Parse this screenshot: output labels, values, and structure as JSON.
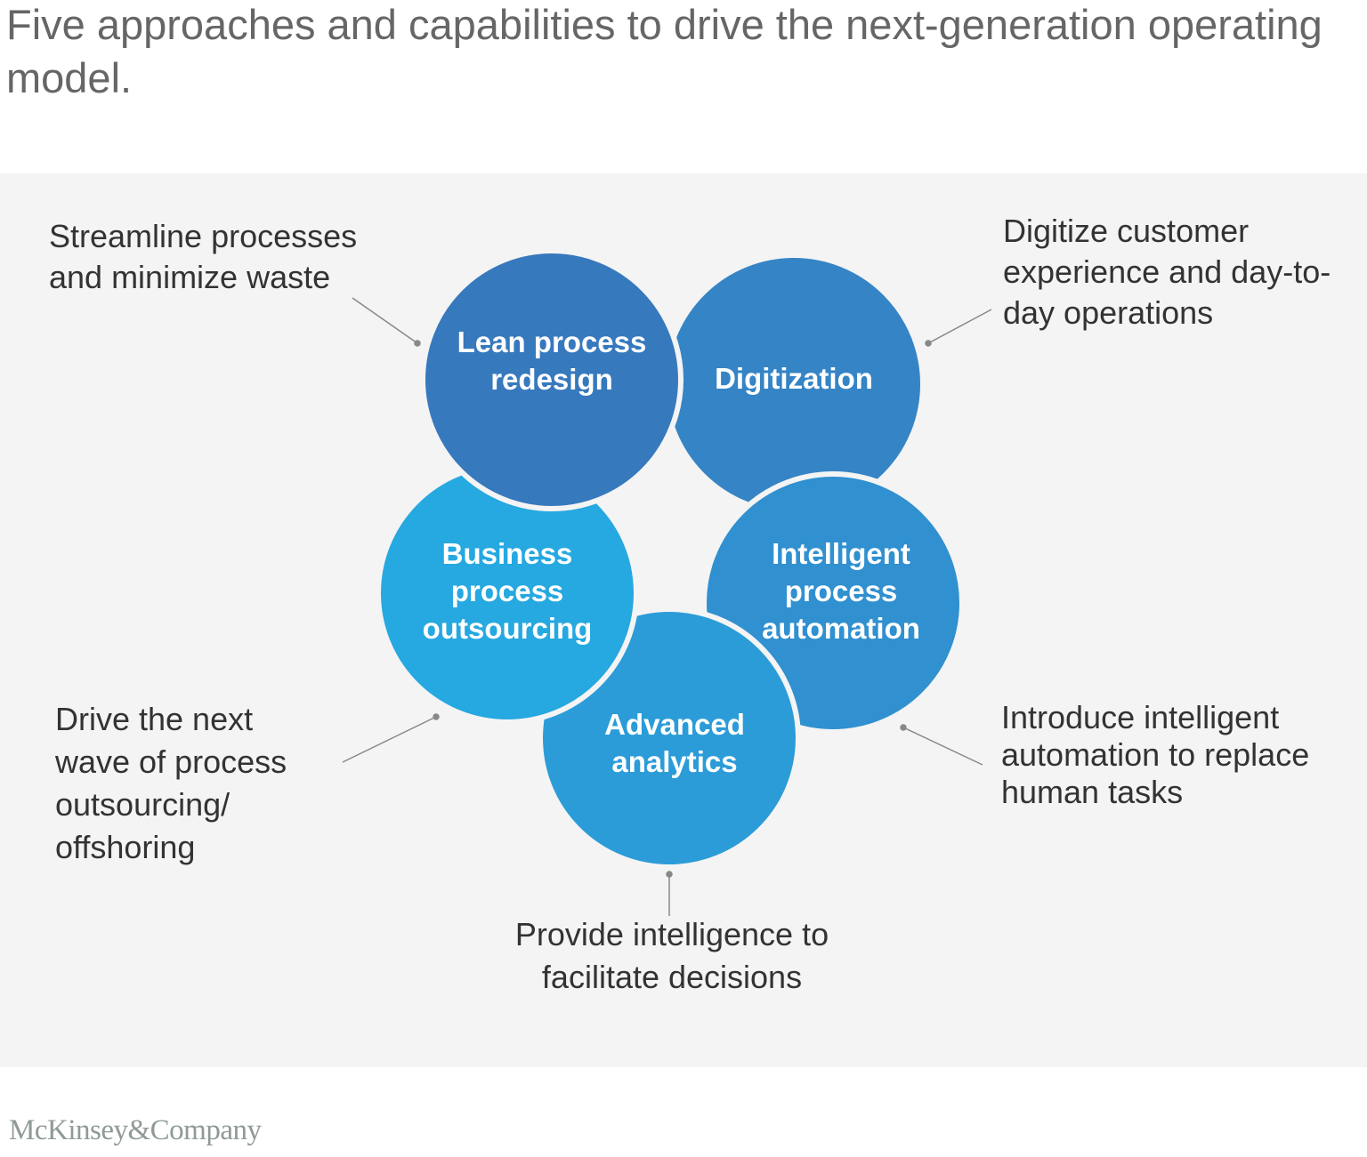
{
  "title": "Five approaches and capabilities to drive the next-generation operating model.",
  "circles": {
    "lean": {
      "label": "Lean process redesign",
      "color": "#3779bd",
      "description": "Streamline processes and minimize waste"
    },
    "digitization": {
      "label": "Digitization",
      "color": "#3584c6",
      "description": "Digitize customer experience and day-to-day operations"
    },
    "ipa": {
      "label": "Intelligent process automation",
      "color": "#3090d0",
      "description": "Introduce intelligent automation to replace human tasks"
    },
    "analytics": {
      "label": "Advanced analytics",
      "color": "#2b9cd8",
      "description": "Provide intelligence to facilitate decisions"
    },
    "bpo": {
      "label": "Business process outsourcing",
      "color": "#26a8e0",
      "description": "Drive the next wave of process outsourcing/ offshoring"
    }
  },
  "logo": "McKinsey&Company"
}
